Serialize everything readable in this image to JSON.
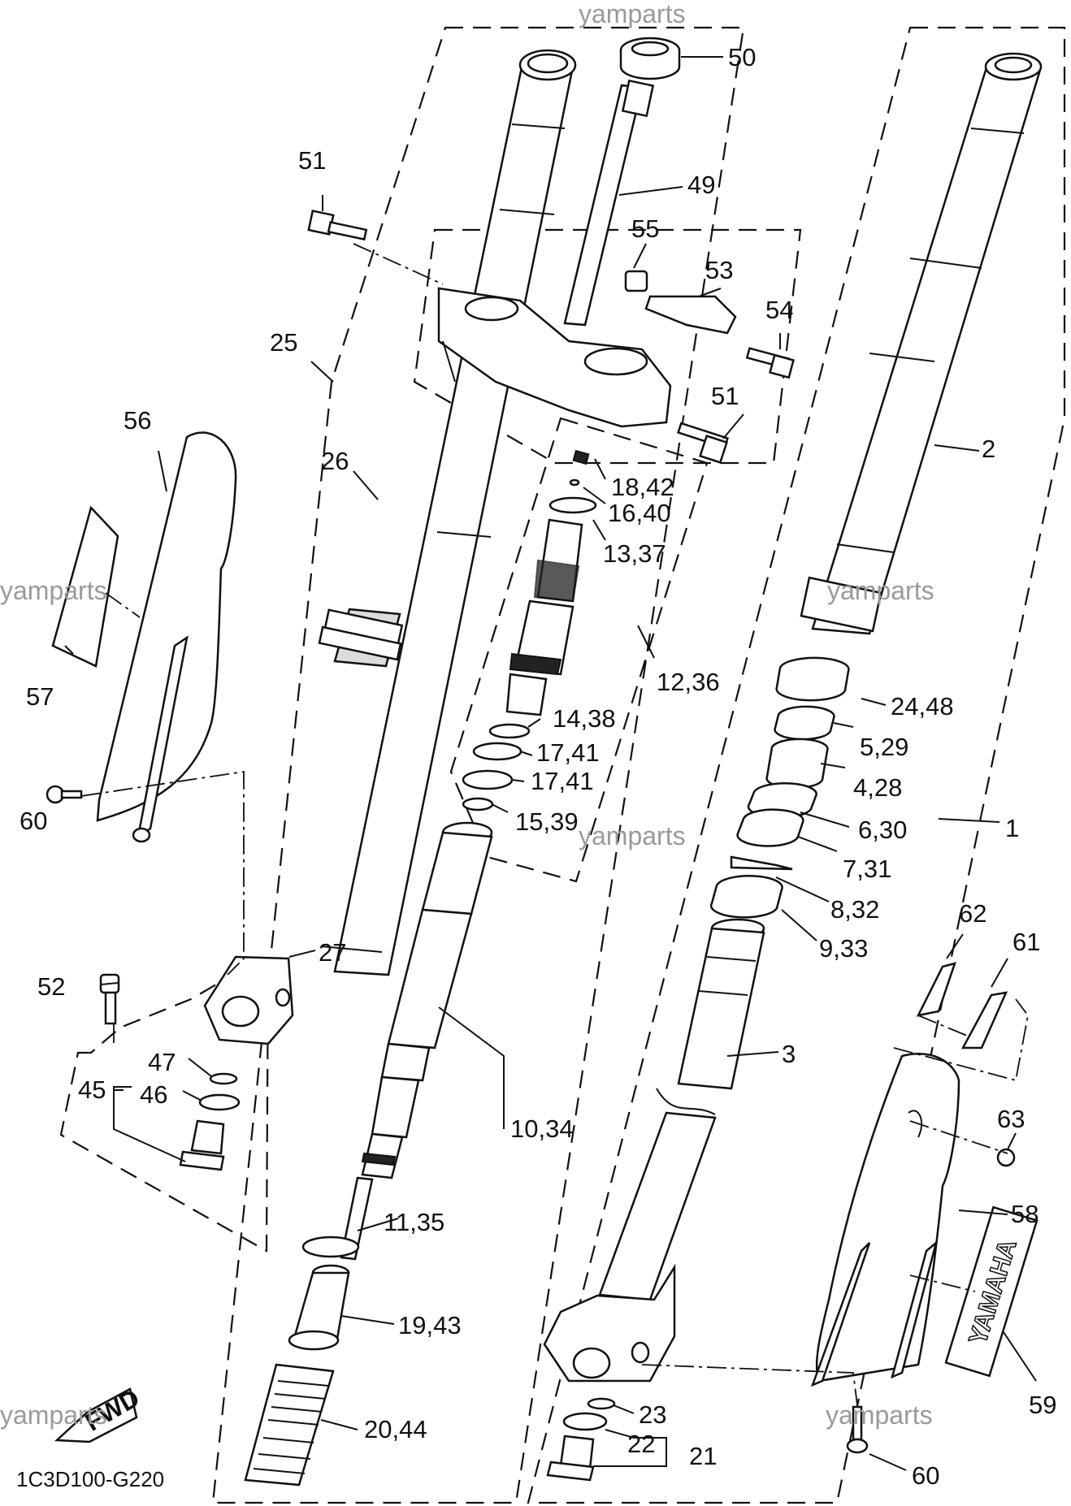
{
  "diagram_code": "1C3D100-G220",
  "watermark": "yamparts",
  "fwd_text": "FWD",
  "brand_text": "YAMAHA",
  "callouts": [
    {
      "id": "c50",
      "text": "50"
    },
    {
      "id": "c49",
      "text": "49"
    },
    {
      "id": "c51a",
      "text": "51"
    },
    {
      "id": "c55",
      "text": "55"
    },
    {
      "id": "c53",
      "text": "53"
    },
    {
      "id": "c54",
      "text": "54"
    },
    {
      "id": "c51b",
      "text": "51"
    },
    {
      "id": "c25",
      "text": "25"
    },
    {
      "id": "c26",
      "text": "26"
    },
    {
      "id": "c56",
      "text": "56"
    },
    {
      "id": "c2",
      "text": "2"
    },
    {
      "id": "c18",
      "text": "18,42"
    },
    {
      "id": "c16",
      "text": "16,40"
    },
    {
      "id": "c13",
      "text": "13,37"
    },
    {
      "id": "c57",
      "text": "57"
    },
    {
      "id": "c12",
      "text": "12,36"
    },
    {
      "id": "c24",
      "text": "24,48"
    },
    {
      "id": "c14",
      "text": "14,38"
    },
    {
      "id": "c5",
      "text": "5,29"
    },
    {
      "id": "c17a",
      "text": "17,41"
    },
    {
      "id": "c17b",
      "text": "17,41"
    },
    {
      "id": "c4",
      "text": "4,28"
    },
    {
      "id": "c60a",
      "text": "60"
    },
    {
      "id": "c15",
      "text": "15,39"
    },
    {
      "id": "c6",
      "text": "6,30"
    },
    {
      "id": "c1",
      "text": "1"
    },
    {
      "id": "c7",
      "text": "7,31"
    },
    {
      "id": "c8",
      "text": "8,32"
    },
    {
      "id": "c62",
      "text": "62"
    },
    {
      "id": "c61",
      "text": "61"
    },
    {
      "id": "c9",
      "text": "9,33"
    },
    {
      "id": "c27",
      "text": "27"
    },
    {
      "id": "c52",
      "text": "52"
    },
    {
      "id": "c3",
      "text": "3"
    },
    {
      "id": "c47",
      "text": "47"
    },
    {
      "id": "c45",
      "text": "45"
    },
    {
      "id": "c46",
      "text": "46"
    },
    {
      "id": "c63",
      "text": "63"
    },
    {
      "id": "c10",
      "text": "10,34"
    },
    {
      "id": "c58",
      "text": "58"
    },
    {
      "id": "c11",
      "text": "11,35"
    },
    {
      "id": "c19",
      "text": "19,43"
    },
    {
      "id": "c59",
      "text": "59"
    },
    {
      "id": "c23",
      "text": "23"
    },
    {
      "id": "c20",
      "text": "20,44"
    },
    {
      "id": "c22",
      "text": "22"
    },
    {
      "id": "c21",
      "text": "21"
    },
    {
      "id": "c60b",
      "text": "60"
    }
  ]
}
